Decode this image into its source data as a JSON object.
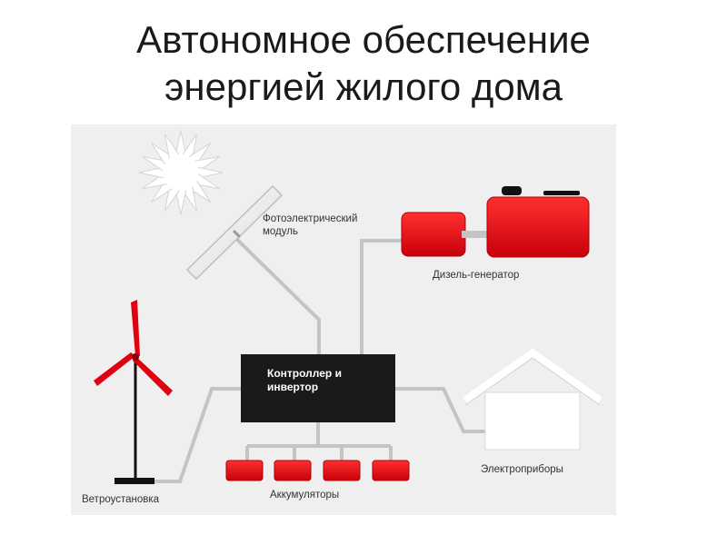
{
  "title_line1": "Автономное обеспечение",
  "title_line2": "энергией жилого дома",
  "labels": {
    "pv_line1": "Фотоэлектрический",
    "pv_line2": "модуль",
    "diesel": "Дизель-генератор",
    "controller_line1": "Контроллер и",
    "controller_line2": "инвертор",
    "appliances": "Электроприборы",
    "batteries": "Аккумуляторы",
    "wind": "Ветроустановка"
  },
  "colors": {
    "accent_red": "#e00010",
    "controller": "#1a1a1a",
    "lines": "#bfbfbf",
    "background": "#efefef"
  }
}
